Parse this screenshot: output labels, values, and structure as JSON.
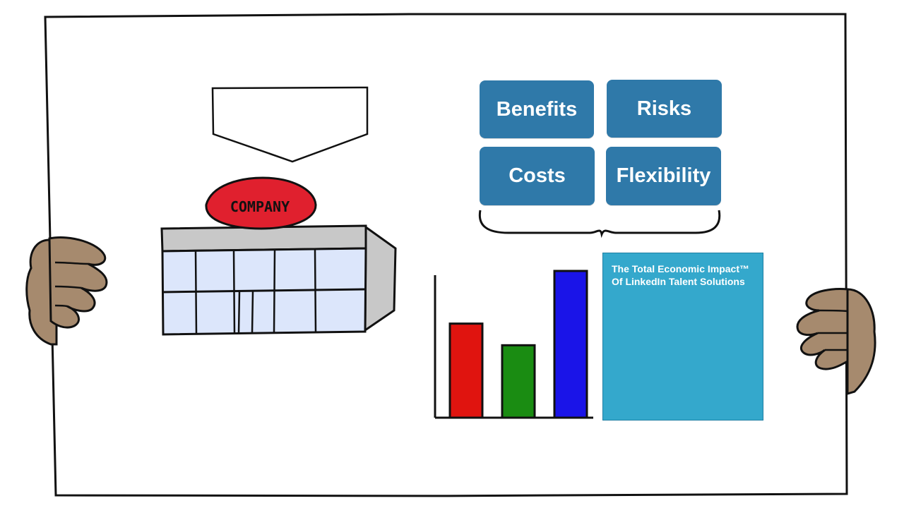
{
  "sign": {
    "label": "COMPANY",
    "fill": "#e0202e"
  },
  "tiles": [
    {
      "label": "Benefits",
      "color": "#2f79a9"
    },
    {
      "label": "Risks",
      "color": "#2f79a9"
    },
    {
      "label": "Costs",
      "color": "#2f79a9"
    },
    {
      "label": "Flexibility",
      "color": "#2f79a9"
    }
  ],
  "report": {
    "title": "The Total Economic Impact™ Of LinkedIn Talent Solutions",
    "color": "#34a8cc"
  },
  "chart_data": {
    "type": "bar",
    "categories": [
      "",
      "",
      ""
    ],
    "values": [
      1.0,
      0.77,
      1.56
    ],
    "colors": [
      "#e0140f",
      "#1a8c12",
      "#1a14e8"
    ],
    "title": "",
    "xlabel": "",
    "ylabel": "",
    "ylim": [
      0,
      1.8
    ]
  },
  "colors": {
    "skin": "#a68a6e",
    "window": "#dce6fb",
    "roof": "#c8c8c8",
    "outline": "#111111"
  }
}
